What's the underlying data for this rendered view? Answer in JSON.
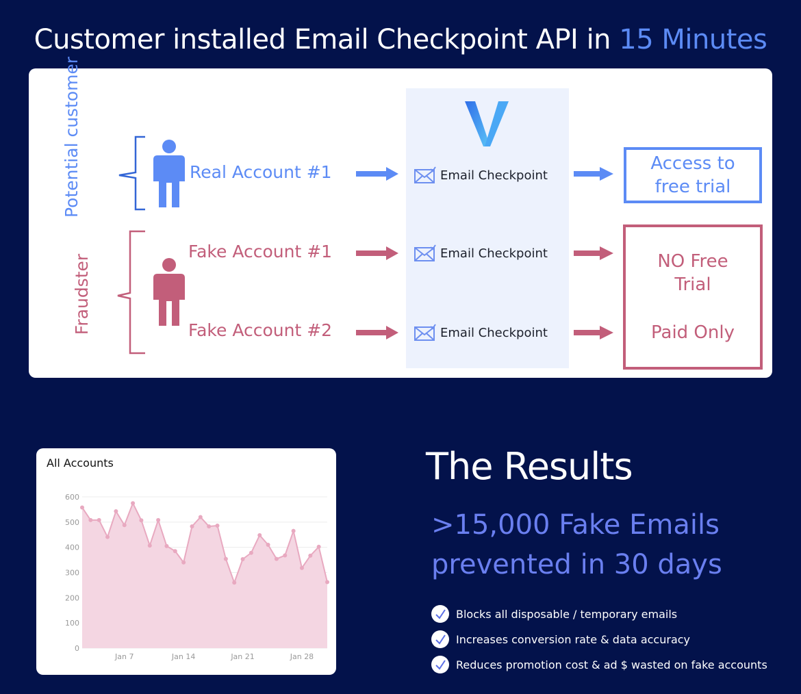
{
  "title": {
    "main": "Customer installed Email Checkpoint API in ",
    "highlight": "15 Minutes"
  },
  "diagram": {
    "group_potential": "Potential customer",
    "group_fraudster": "Fraudster",
    "real_account": "Real Account #1",
    "fake_account_1": "Fake Account #1",
    "fake_account_2": "Fake Account #2",
    "checkpoint_label": "Email Checkpoint",
    "outcome_access": "Access to free trial",
    "outcome_no_trial": "NO Free Trial",
    "outcome_paid": "Paid Only",
    "colors": {
      "blue": "#5c8bf5",
      "red": "#c25e7a"
    }
  },
  "chart_data": {
    "type": "area",
    "title": "All Accounts",
    "x": [
      "Jan 2",
      "Jan 3",
      "Jan 4",
      "Jan 5",
      "Jan 6",
      "Jan 7",
      "Jan 8",
      "Jan 9",
      "Jan 10",
      "Jan 11",
      "Jan 12",
      "Jan 13",
      "Jan 14",
      "Jan 15",
      "Jan 16",
      "Jan 17",
      "Jan 18",
      "Jan 19",
      "Jan 20",
      "Jan 21",
      "Jan 22",
      "Jan 23",
      "Jan 24",
      "Jan 25",
      "Jan 26",
      "Jan 27",
      "Jan 28",
      "Jan 29",
      "Jan 30",
      "Jan 31"
    ],
    "values": [
      558,
      508,
      508,
      441,
      543,
      488,
      575,
      507,
      407,
      508,
      405,
      385,
      340,
      483,
      520,
      483,
      486,
      354,
      260,
      353,
      378,
      448,
      410,
      354,
      368,
      465,
      318,
      367,
      402,
      262
    ],
    "xticks": [
      {
        "index": 5,
        "label": "Jan  7"
      },
      {
        "index": 12,
        "label": "Jan 14"
      },
      {
        "index": 19,
        "label": "Jan 21"
      },
      {
        "index": 26,
        "label": "Jan 28"
      }
    ],
    "yticks": [
      "0",
      "100",
      "200",
      "300",
      "400",
      "500",
      "600"
    ],
    "ylim": [
      0,
      600
    ],
    "grid": true,
    "color": "#e8a9c0"
  },
  "results": {
    "heading": "The Results",
    "stat_line1": ">15,000 Fake Emails",
    "stat_line2": "prevented in 30 days",
    "bullets": [
      "Blocks all disposable / temporary emails",
      "Increases conversion rate & data accuracy",
      "Reduces promotion cost & ad $ wasted on fake accounts"
    ]
  }
}
